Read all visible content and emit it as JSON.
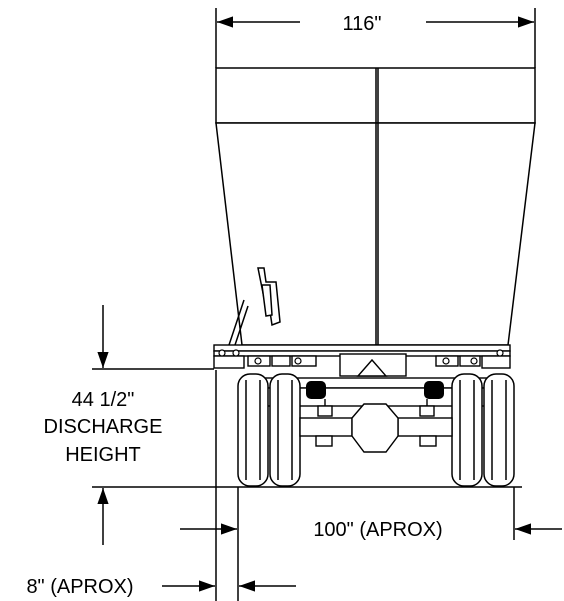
{
  "dimensions": {
    "top_width": "116\"",
    "discharge_height_value": "44 1/2\"",
    "discharge_height_label_1": "DISCHARGE",
    "discharge_height_label_2": "HEIGHT",
    "axle_width": "100\" (APROX)",
    "side_offset": "8\" (APROX)"
  },
  "colors": {
    "line": "#000000",
    "background": "#ffffff"
  }
}
